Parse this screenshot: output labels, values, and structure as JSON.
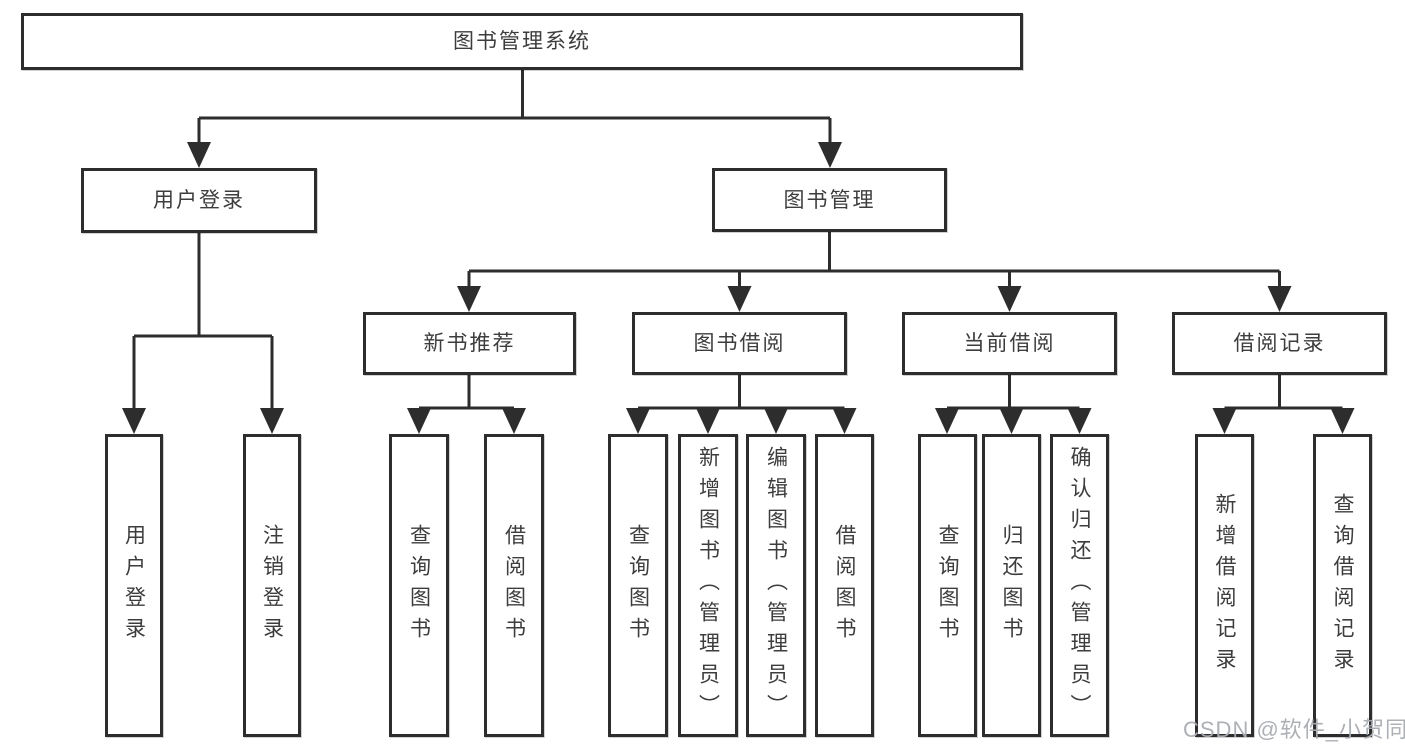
{
  "colors": {
    "line": "#2d2d2d",
    "box_border": "#2d2d2d",
    "box_background": "#ffffff",
    "text": "#3d3d3d",
    "watermark": "#a9adb3"
  },
  "watermark": {
    "text": "CSDN @软件_小贺同学"
  },
  "tree": {
    "root": {
      "label": "图书管理系统"
    },
    "branches": [
      {
        "label": "用户登录",
        "children": [
          {
            "label": "用户登录"
          },
          {
            "label": "注销登录"
          }
        ]
      },
      {
        "label": "图书管理",
        "children": [
          {
            "label": "新书推荐",
            "children": [
              {
                "label": "查询图书"
              },
              {
                "label": "借阅图书"
              }
            ]
          },
          {
            "label": "图书借阅",
            "children": [
              {
                "label": "查询图书"
              },
              {
                "label": "新增图书（管理员）"
              },
              {
                "label": "编辑图书（管理员）"
              },
              {
                "label": "借阅图书"
              }
            ]
          },
          {
            "label": "当前借阅",
            "children": [
              {
                "label": "查询图书"
              },
              {
                "label": "归还图书"
              },
              {
                "label": "确认归还（管理员）"
              }
            ]
          },
          {
            "label": "借阅记录",
            "children": [
              {
                "label": "新增借阅记录"
              },
              {
                "label": "查询借阅记录"
              }
            ]
          }
        ]
      }
    ]
  }
}
